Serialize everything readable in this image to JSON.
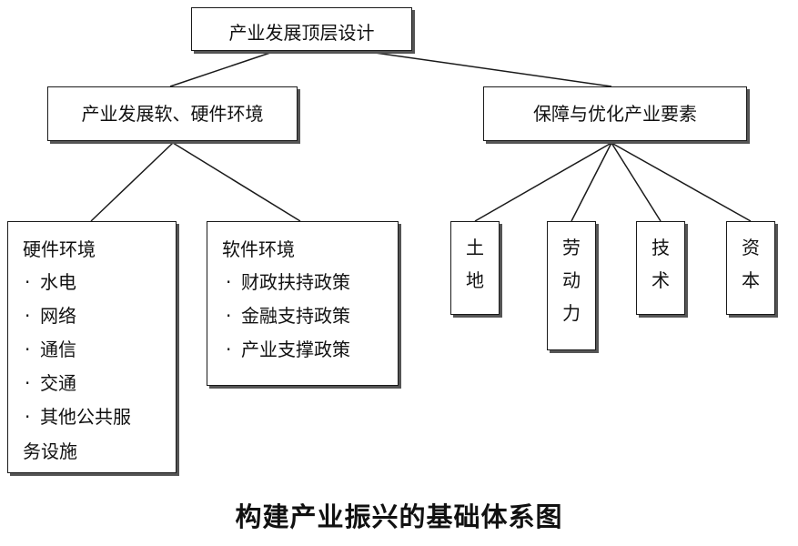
{
  "diagram": {
    "root": {
      "label": "产业发展顶层设计"
    },
    "branches": [
      {
        "label": "产业发展软、硬件环境",
        "children": [
          {
            "title": "硬件环境",
            "items": [
              "水电",
              "网络",
              "通信",
              "交通",
              "其他公共服"
            ],
            "extra": "务设施"
          },
          {
            "title": "软件环境",
            "items": [
              "财政扶持政策",
              "金融支持政策",
              "产业支撑政策"
            ]
          }
        ]
      },
      {
        "label": "保障与优化产业要素",
        "elements": [
          {
            "chars": [
              "土",
              "地"
            ]
          },
          {
            "chars": [
              "劳",
              "动",
              "力"
            ]
          },
          {
            "chars": [
              "技",
              "术"
            ]
          },
          {
            "chars": [
              "资",
              "本"
            ]
          }
        ]
      }
    ],
    "bullet": "·",
    "caption": "构建产业振兴的基础体系图"
  }
}
